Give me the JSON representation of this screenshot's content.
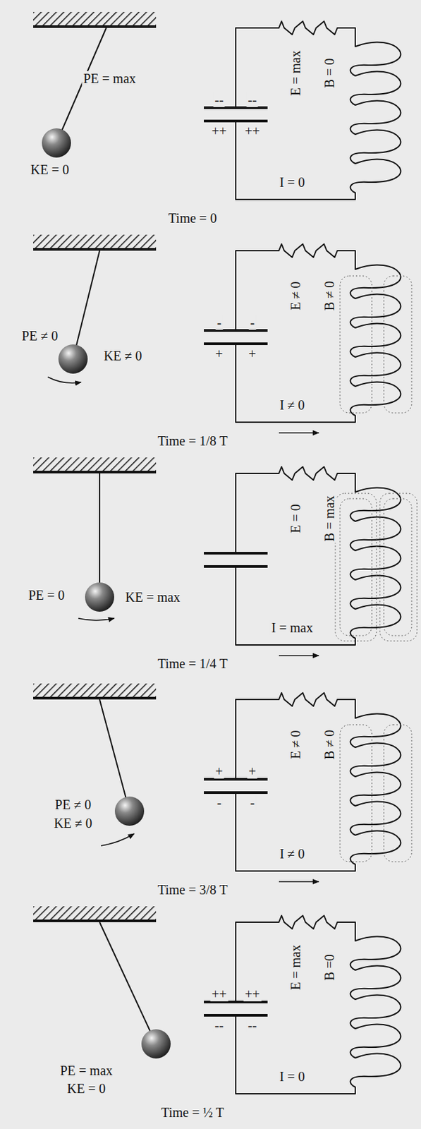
{
  "diagram": {
    "labels": [
      "--",
      "--",
      "++",
      "++",
      "PE = max",
      "KE = 0",
      "E = max",
      "B = 0",
      "I = 0",
      "Time = 0",
      "-",
      "-",
      "+",
      "+",
      "PE ≠ 0",
      "KE ≠ 0",
      "E ≠ 0",
      "B ≠ 0",
      "I ≠ 0",
      "Time = 1/8 T",
      "PE = 0",
      "KE = max",
      "E = 0",
      "B = max",
      "I = max",
      "Time = 1/4 T",
      "+",
      "+",
      "-",
      "-",
      "PE ≠ 0",
      "KE ≠ 0",
      "E ≠ 0",
      "B ≠ 0",
      "I ≠ 0",
      "Time = 3/8 T",
      "++",
      "++",
      "--",
      "--",
      "PE = max",
      "KE = 0",
      "E = max",
      "B =0",
      "I = 0",
      "Time = ½ T"
    ]
  }
}
